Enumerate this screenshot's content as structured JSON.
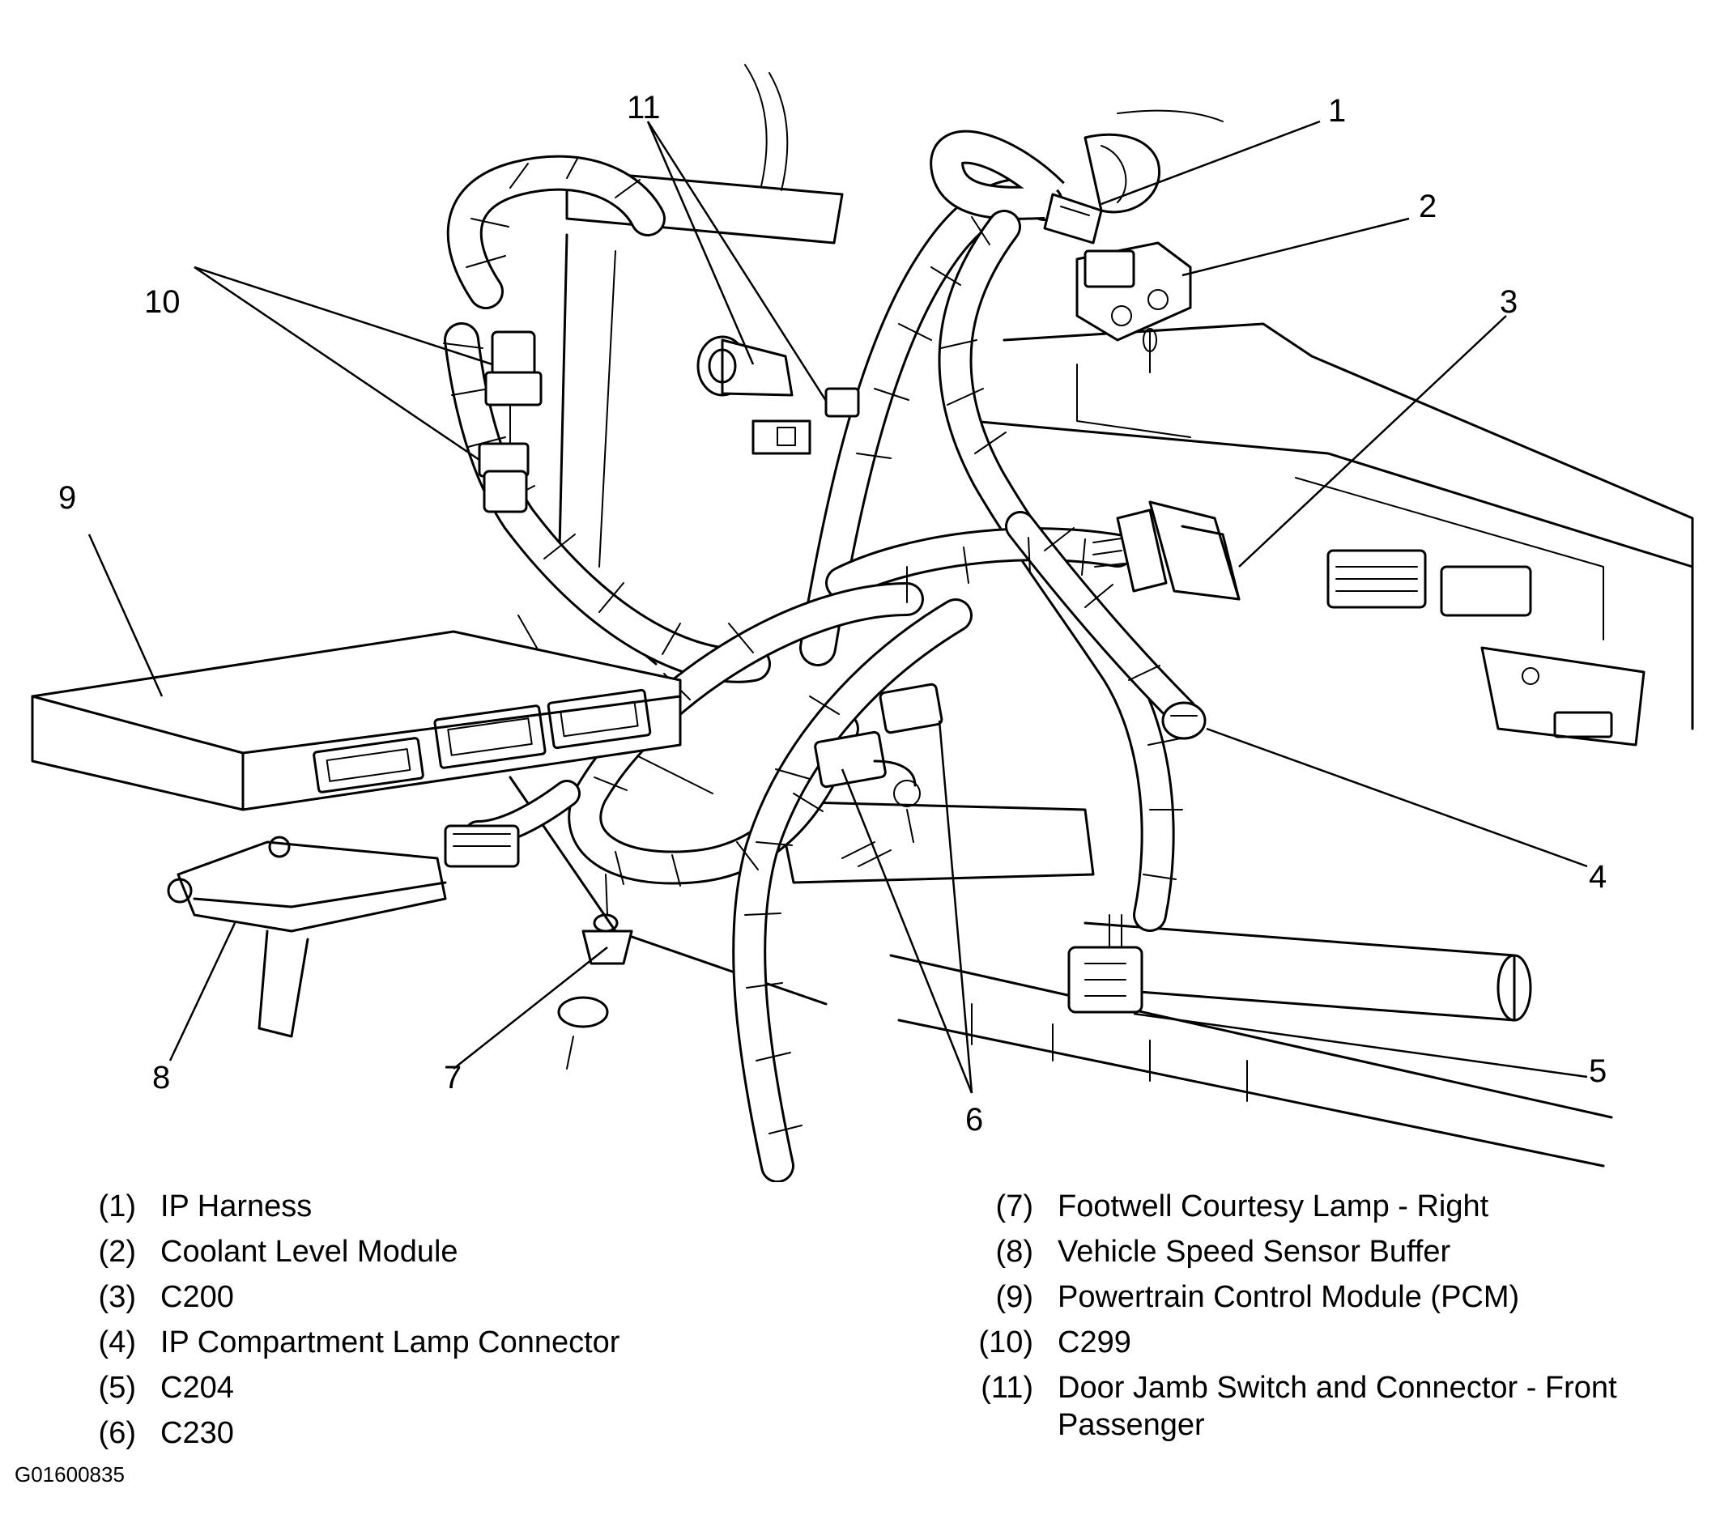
{
  "callouts": {
    "c1": "1",
    "c2": "2",
    "c3": "3",
    "c4": "4",
    "c5": "5",
    "c6": "6",
    "c7": "7",
    "c8": "8",
    "c9": "9",
    "c10": "10",
    "c11": "11"
  },
  "legend": {
    "left": [
      {
        "num": "(1)",
        "text": "IP Harness"
      },
      {
        "num": "(2)",
        "text": "Coolant Level Module"
      },
      {
        "num": "(3)",
        "text": "C200"
      },
      {
        "num": "(4)",
        "text": "IP Compartment Lamp Connector"
      },
      {
        "num": "(5)",
        "text": "C204"
      },
      {
        "num": "(6)",
        "text": "C230"
      }
    ],
    "right": [
      {
        "num": "(7)",
        "text": "Footwell Courtesy Lamp - Right"
      },
      {
        "num": "(8)",
        "text": "Vehicle Speed Sensor Buffer"
      },
      {
        "num": "(9)",
        "text": "Powertrain Control Module (PCM)"
      },
      {
        "num": "(10)",
        "text": "C299"
      },
      {
        "num": "(11)",
        "text": "Door Jamb Switch and Connector - Front Passenger"
      }
    ]
  },
  "figure_id": "G01600835"
}
